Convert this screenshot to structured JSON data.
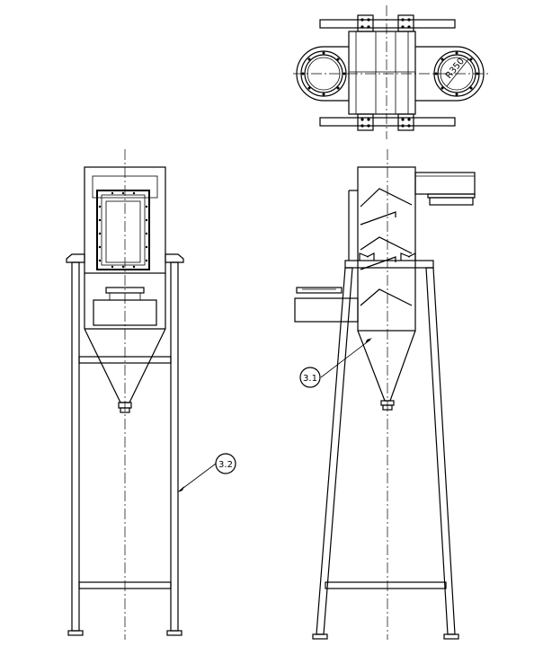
{
  "callouts": {
    "right_view": "3.1",
    "left_view": "3.2"
  },
  "top_view": {
    "radius_label": "R350"
  },
  "colors": {
    "line": "#000000",
    "background": "#ffffff"
  }
}
